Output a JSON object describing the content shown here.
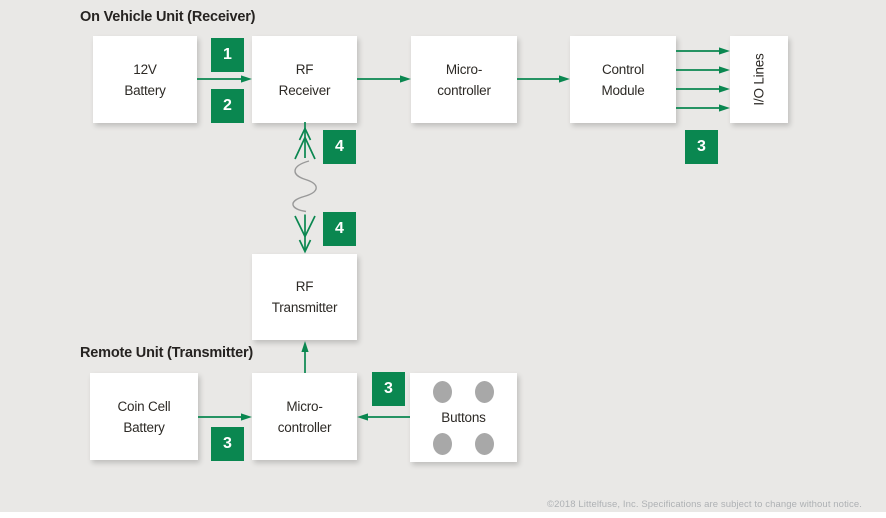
{
  "colors": {
    "background": "#e9e8e6",
    "box_fill": "#ffffff",
    "accent_green": "#0a8750",
    "button_dot_gray": "#a8a8a8",
    "wave_gray": "#999999",
    "text_dark": "#2d2a26",
    "footer_gray": "#aeb1b4"
  },
  "sections": {
    "receiver": {
      "title": "On Vehicle Unit (Receiver)"
    },
    "transmitter": {
      "title": "Remote Unit (Transmitter)"
    }
  },
  "boxes": {
    "battery_12v": {
      "line1": "12V",
      "line2": "Battery"
    },
    "rf_receiver": {
      "line1": "RF",
      "line2": "Receiver"
    },
    "microcontroller_receiver": {
      "line1": "Micro-",
      "line2": "controller"
    },
    "control_module": {
      "line1": "Control",
      "line2": "Module"
    },
    "io_lines": {
      "label": "I/O Lines"
    },
    "rf_transmitter": {
      "line1": "RF",
      "line2": "Transmitter"
    },
    "coin_cell_battery": {
      "line1": "Coin Cell",
      "line2": "Battery"
    },
    "microcontroller_transmitter": {
      "line1": "Micro-",
      "line2": "controller"
    },
    "buttons": {
      "label": "Buttons"
    }
  },
  "badges": {
    "battery_to_receiver_1": "1",
    "battery_to_receiver_2": "2",
    "receiver_antenna_4": "4",
    "transmitter_antenna_4": "4",
    "io_lines_3": "3",
    "buttons_3": "3",
    "coin_cell_3": "3"
  },
  "footer": {
    "copyright": "©2018 Littelfuse, Inc. Specifications are subject to change without notice."
  }
}
